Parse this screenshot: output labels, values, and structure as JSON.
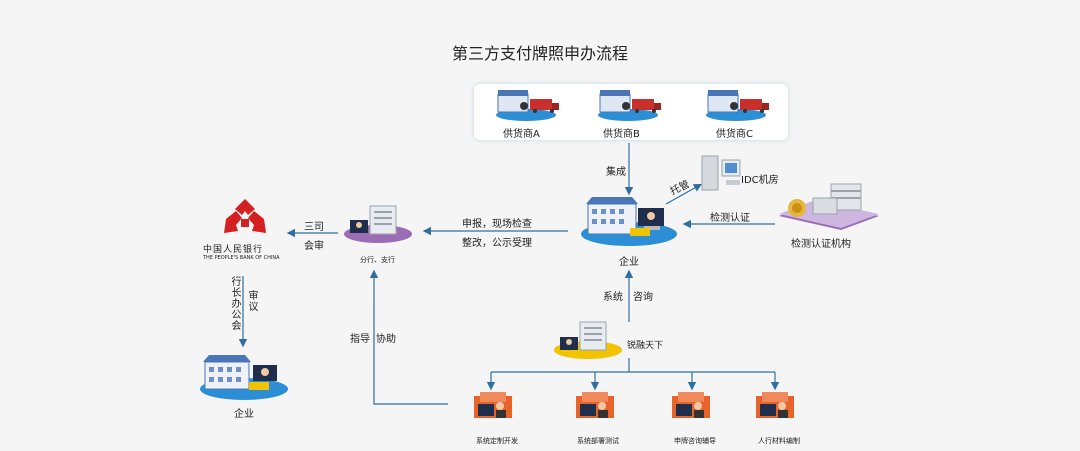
{
  "title": "第三方支付牌照申办流程",
  "suppliers": [
    {
      "label": "供货商A"
    },
    {
      "label": "供货商B"
    },
    {
      "label": "供货商C"
    }
  ],
  "center": {
    "integration_label": "集成",
    "label": "企业",
    "hosting_label": "托管",
    "idc_label": "IDC机房",
    "inspect_label": "检测认证",
    "inspection_org_label": "检测认证机构"
  },
  "branch": {
    "label": "分行、支行",
    "report_label": "申报，现场检查",
    "rectify_label": "整改，公示受理"
  },
  "pboc": {
    "cn_name": "中国人民银行",
    "en_name": "THE PEOPLE'S BANK OF CHINA",
    "arrow_label_1": "三司",
    "arrow_label_2": "会审",
    "exec_label": "行长办公会",
    "review_label": "审议"
  },
  "final_enterprise": {
    "label": "企业"
  },
  "consult": {
    "left": "系统",
    "right": "咨询"
  },
  "ruirong": {
    "label": "锐融天下"
  },
  "guide": {
    "left": "指导",
    "right": "协助"
  },
  "services": [
    {
      "label": "系统定制开发"
    },
    {
      "label": "系统部署测试"
    },
    {
      "label": "申牌咨询辅导"
    },
    {
      "label": "人行材料编制"
    }
  ],
  "colors": {
    "arrow": "#2f6fa3",
    "building_roof": "#4a76b8",
    "platform": "#2c8fd6",
    "platform_yellow": "#f2c300",
    "logo_red": "#d42020",
    "service_orange": "#e8632b"
  }
}
